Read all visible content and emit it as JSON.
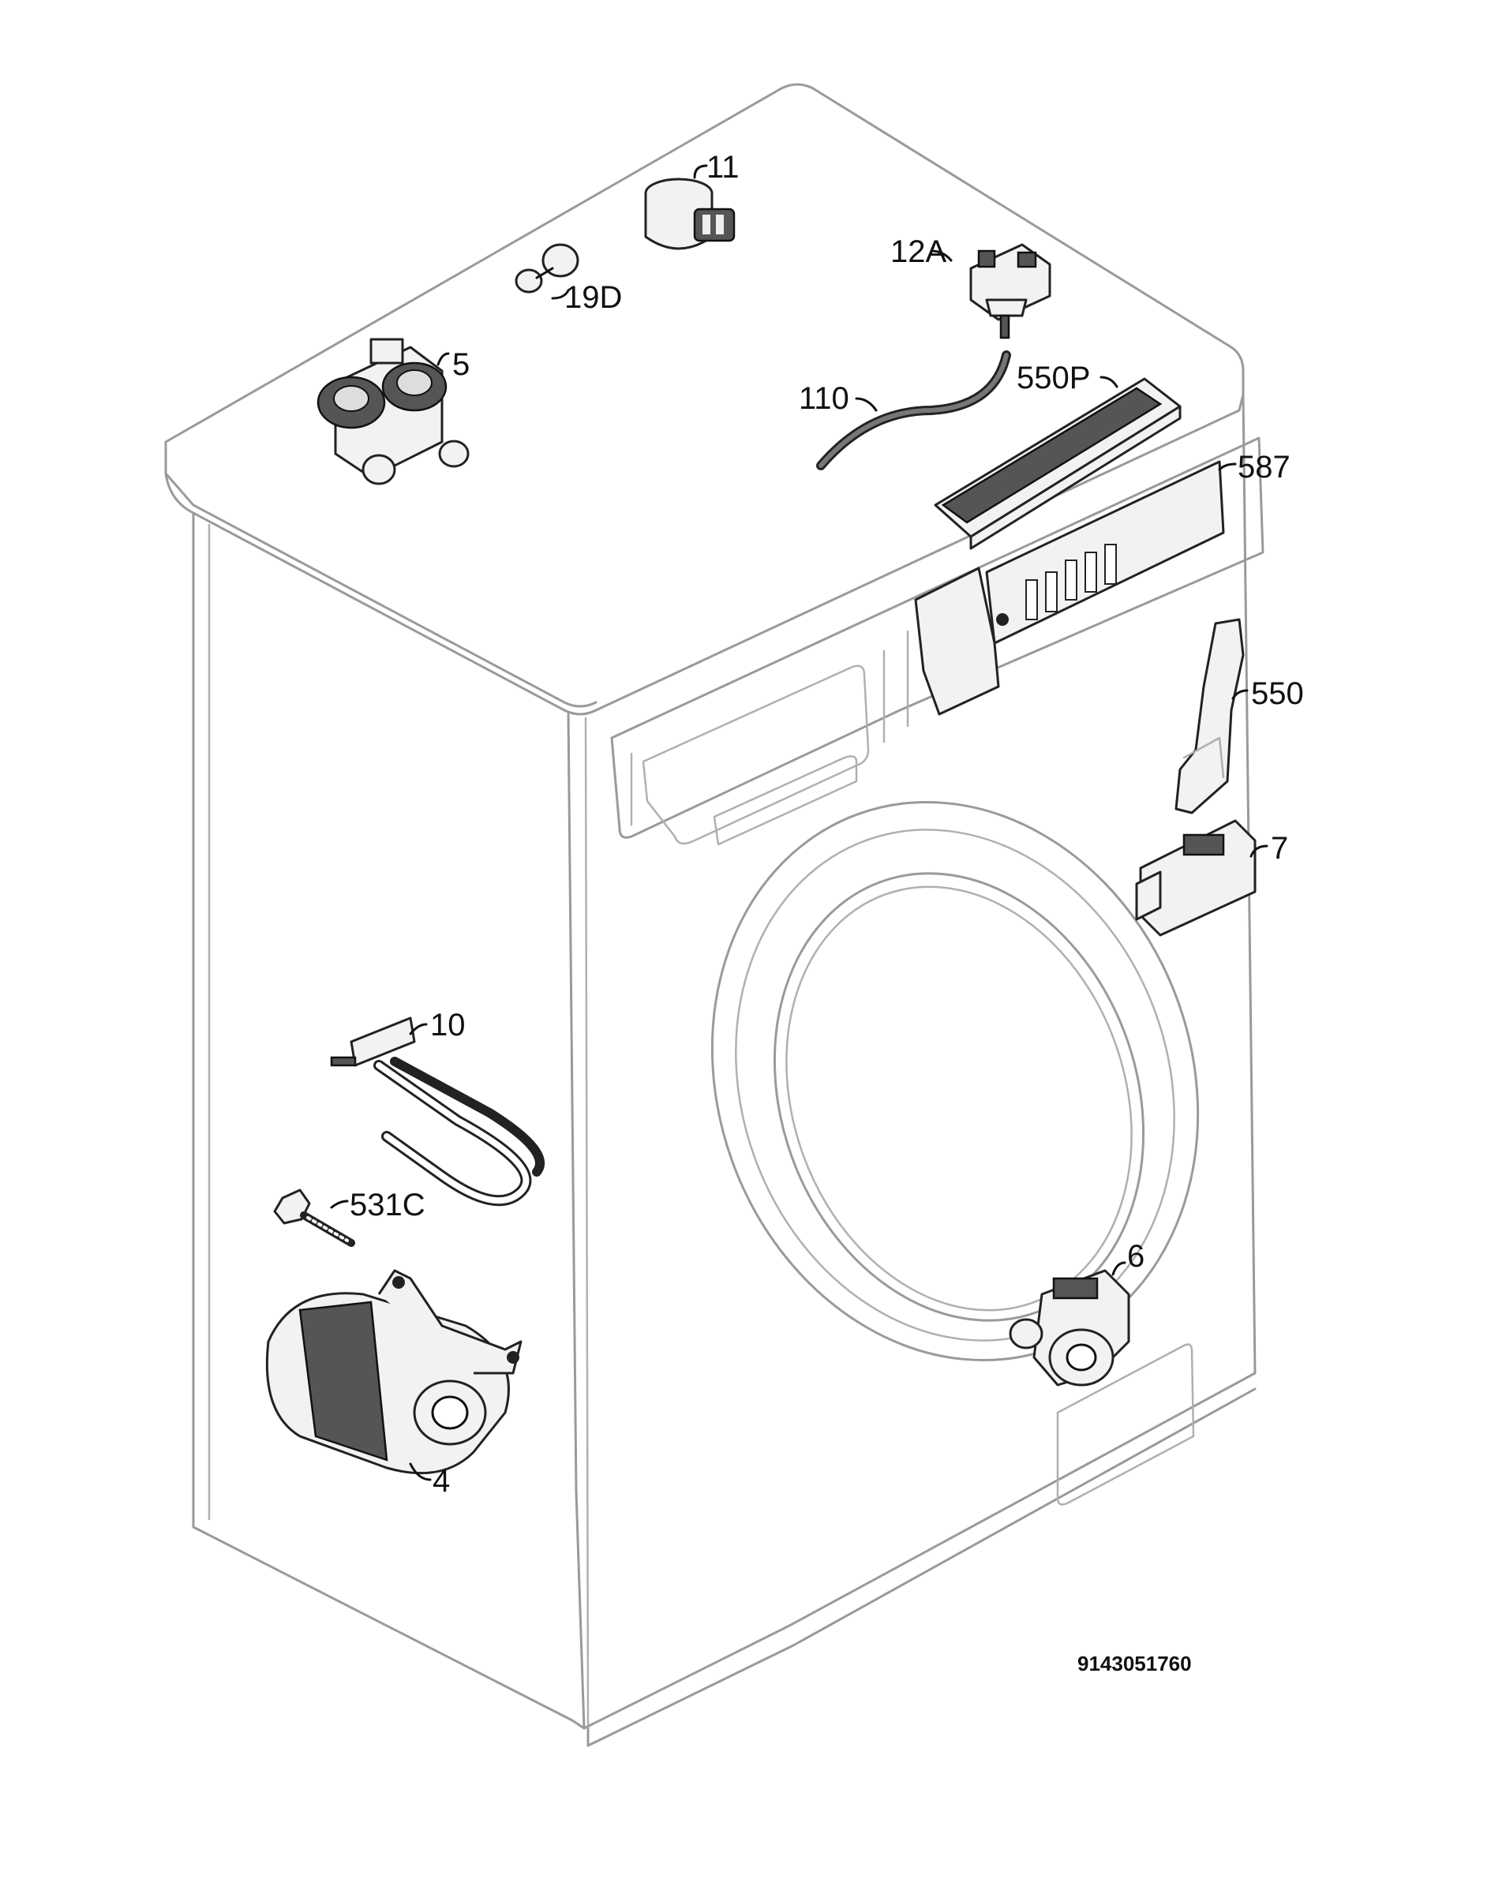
{
  "labels": {
    "p11": "11",
    "p12a": "12A",
    "p19d": "19D",
    "p5": "5",
    "p110": "110",
    "p550p": "550P",
    "p587": "587",
    "p550": "550",
    "p7": "7",
    "p10": "10",
    "p531c": "531C",
    "p6": "6",
    "p4": "4"
  },
  "drawing_number": "9143051760"
}
